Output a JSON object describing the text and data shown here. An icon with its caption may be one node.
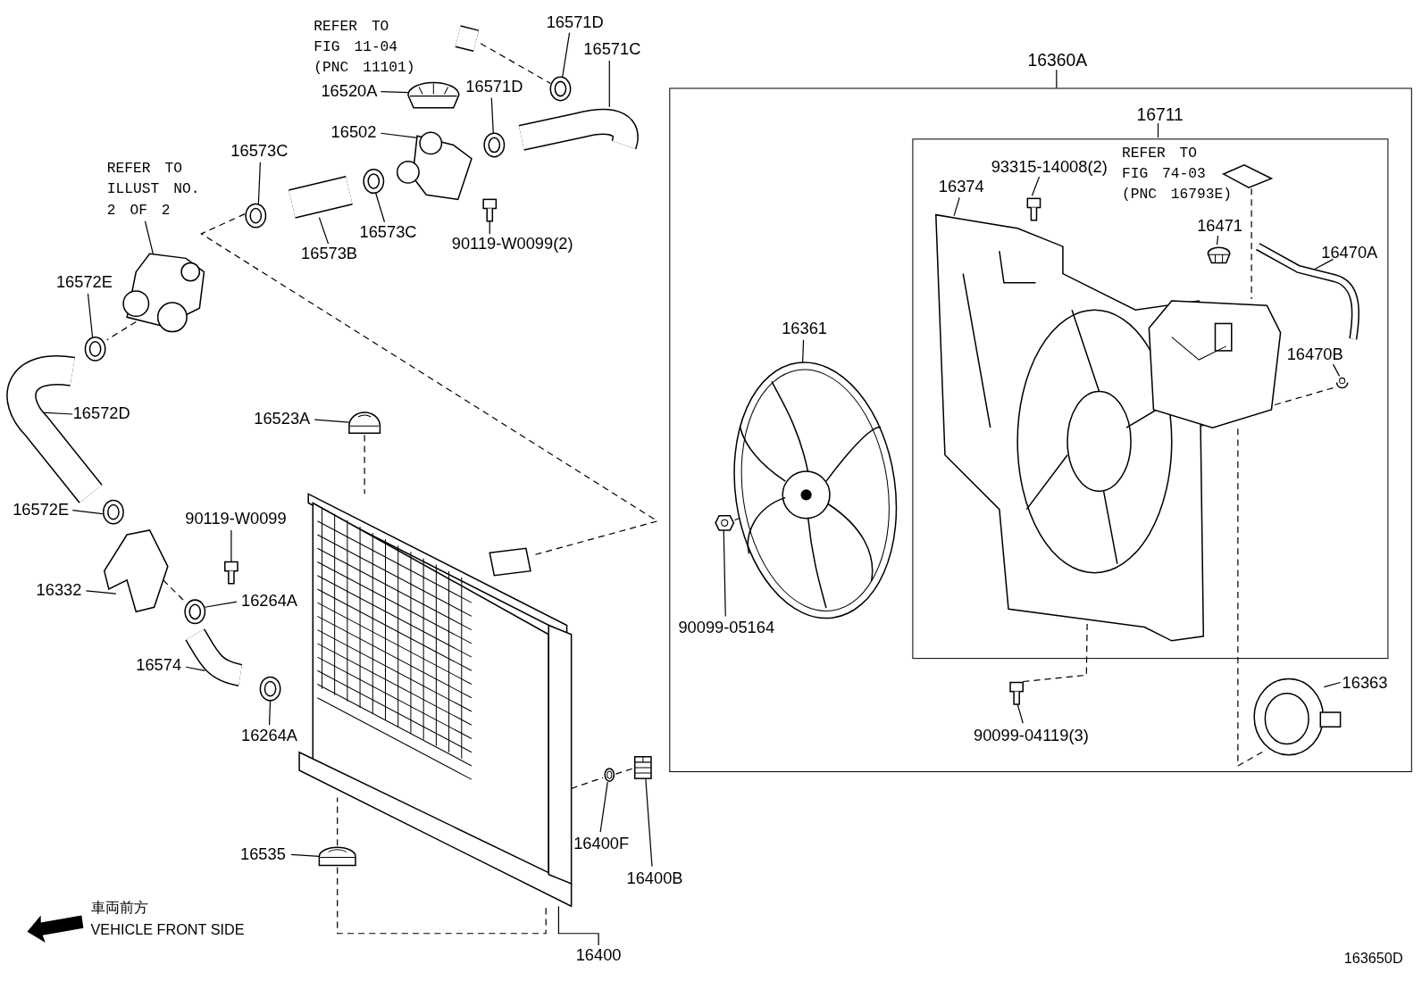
{
  "diagram": {
    "nodes": [
      {
        "text": [
          "16360A"
        ]
      },
      {
        "text": [
          "16711"
        ],
        "in": 0
      },
      {
        "text": [
          "16571D"
        ]
      },
      {
        "text": [
          "16571C"
        ]
      },
      {
        "text": [
          "16520A"
        ]
      },
      {
        "text": [
          "16571D"
        ]
      },
      {
        "text": [
          "16502"
        ]
      },
      {
        "text": [
          "16573C"
        ]
      },
      {
        "text": [
          "16573B"
        ]
      },
      {
        "text": [
          "16573C"
        ]
      },
      {
        "text": [
          "90119-W0099(2)"
        ]
      },
      {
        "text": [
          "16572E"
        ]
      },
      {
        "text": [
          "16572D"
        ]
      },
      {
        "text": [
          "16572E"
        ]
      },
      {
        "text": [
          "90119-W0099"
        ]
      },
      {
        "text": [
          "16332"
        ]
      },
      {
        "text": [
          "16264A"
        ]
      },
      {
        "text": [
          "16574"
        ]
      },
      {
        "text": [
          "16264A"
        ]
      },
      {
        "text": [
          "16523A"
        ]
      },
      {
        "text": [
          "16535"
        ]
      },
      {
        "text": [
          "16400F"
        ]
      },
      {
        "text": [
          "16400B"
        ]
      },
      {
        "text": [
          "16400"
        ]
      },
      {
        "text": [
          "16361"
        ],
        "in": 0
      },
      {
        "text": [
          "90099-05164"
        ],
        "in": 0
      },
      {
        "text": [
          "93315-14008(2)"
        ],
        "in": 1
      },
      {
        "text": [
          "16374"
        ],
        "in": 1
      },
      {
        "text": [
          "16471"
        ],
        "in": 1
      },
      {
        "text": [
          "16470A"
        ],
        "in": 1
      },
      {
        "text": [
          "16470B"
        ],
        "in": 1
      },
      {
        "text": [
          "90099-04119(3)"
        ],
        "in": 0
      },
      {
        "text": [
          "16363"
        ],
        "in": 0
      },
      {
        "text": [
          "REFER TO ILLUST NO. 2 OF 2"
        ]
      },
      {
        "text": [],
        "shape": "picture"
      },
      {
        "text": [],
        "shape": "picture"
      },
      {
        "text": [],
        "shape": "picture"
      },
      {
        "text": [],
        "shape": "picture"
      },
      {
        "text": [],
        "shape": "picture"
      },
      {
        "text": [],
        "shape": "picture"
      },
      {
        "text": [],
        "shape": "picture"
      },
      {
        "text": [],
        "shape": "picture"
      },
      {
        "text": [],
        "shape": "picture"
      },
      {
        "text": [],
        "shape": "picture"
      },
      {
        "text": [],
        "shape": "picture"
      },
      {
        "text": [],
        "shape": "picture"
      },
      {
        "text": [],
        "shape": "picture"
      },
      {
        "text": [],
        "shape": "picture"
      },
      {
        "text": [],
        "shape": "picture"
      },
      {
        "text": [],
        "shape": "picture"
      },
      {
        "text": [],
        "shape": "picture"
      },
      {
        "text": [],
        "shape": "picture"
      },
      {
        "text": [],
        "shape": "picture"
      },
      {
        "text": [],
        "shape": "picture"
      },
      {
        "text": [],
        "shape": "picture"
      },
      {
        "text": [],
        "shape": "picture"
      },
      {
        "text": [],
        "shape": "picture"
      },
      {
        "text": [],
        "shape": "picture"
      },
      {
        "text": [],
        "shape": "picture",
        "in": 0
      },
      {
        "text": [],
        "shape": "picture",
        "in": 0
      },
      {
        "text": [],
        "shape": "picture",
        "in": 1
      },
      {
        "text": [],
        "shape": "picture",
        "in": 1
      },
      {
        "text": [],
        "shape": "picture",
        "in": 1
      },
      {
        "text": [],
        "shape": "picture",
        "in": 1
      },
      {
        "text": [],
        "shape": "picture",
        "in": 1
      },
      {
        "text": [],
        "shape": "picture",
        "in": 1
      },
      {
        "text": [],
        "shape": "picture",
        "in": 1
      },
      {
        "text": [],
        "shape": "picture",
        "in": 0
      },
      {
        "text": [],
        "shape": "picture",
        "in": 0
      }
    ],
    "edges": [
      {
        "from": 2,
        "to": 35,
        "arrow": "none"
      },
      {
        "from": 3,
        "to": 36,
        "arrow": "none"
      },
      {
        "from": 4,
        "to": 37,
        "arrow": "none"
      },
      {
        "from": 5,
        "to": 38,
        "arrow": "none"
      },
      {
        "from": 6,
        "to": 39,
        "arrow": "none"
      },
      {
        "from": 7,
        "to": 41,
        "arrow": "none"
      },
      {
        "from": 8,
        "to": 42,
        "arrow": "none"
      },
      {
        "from": 9,
        "to": 43,
        "arrow": "none"
      },
      {
        "from": 10,
        "to": 40,
        "arrow": "none"
      },
      {
        "from": 11,
        "to": 45,
        "arrow": "none"
      },
      {
        "from": 12,
        "to": 46,
        "arrow": "none"
      },
      {
        "from": 13,
        "to": 47,
        "arrow": "none"
      },
      {
        "from": 14,
        "to": 49,
        "arrow": "none"
      },
      {
        "from": 15,
        "to": 48,
        "arrow": "none"
      },
      {
        "from": 16,
        "to": 50,
        "arrow": "none"
      },
      {
        "from": 17,
        "to": 51,
        "arrow": "none"
      },
      {
        "from": 18,
        "to": 52,
        "arrow": "none"
      },
      {
        "from": 19,
        "to": 53,
        "arrow": "none"
      },
      {
        "from": 20,
        "to": 55,
        "arrow": "none"
      },
      {
        "from": 21,
        "to": 56,
        "arrow": "none"
      },
      {
        "from": 22,
        "to": 57,
        "arrow": "none"
      },
      {
        "from": 23,
        "to": 54,
        "arrow": "none"
      },
      {
        "from": 24,
        "to": 58,
        "arrow": "none"
      },
      {
        "from": 25,
        "to": 59,
        "arrow": "none"
      },
      {
        "from": 26,
        "to": 60,
        "arrow": "none"
      },
      {
        "from": 27,
        "to": 61,
        "arrow": "none"
      },
      {
        "from": 28,
        "to": 62,
        "arrow": "none"
      },
      {
        "from": 29,
        "to": 63,
        "arrow": "none"
      },
      {
        "from": 30,
        "to": 64,
        "arrow": "none"
      },
      {
        "from": 31,
        "to": 67,
        "arrow": "none"
      },
      {
        "from": 32,
        "to": 68,
        "arrow": "none"
      },
      {
        "from": 33,
        "to": 44,
        "arrow": "none"
      },
      {
        "from": 34,
        "to": 35,
        "arrow": "none",
        "style": "dashed"
      },
      {
        "from": 41,
        "to": 54,
        "arrow": "none",
        "style": "dashed"
      },
      {
        "from": 44,
        "to": 45,
        "arrow": "none",
        "style": "dashed"
      },
      {
        "from": 53,
        "to": 54,
        "arrow": "none",
        "style": "dashed"
      },
      {
        "from": 55,
        "to": 54,
        "arrow": "none",
        "style": "dashed"
      },
      {
        "from": 55,
        "to": 54,
        "arrow": "none",
        "style": "dashed"
      },
      {
        "from": 54,
        "to": 56,
        "arrow": "none",
        "style": "dashed"
      },
      {
        "from": 56,
        "to": 57,
        "arrow": "none",
        "style": "dashed"
      },
      {
        "from": 59,
        "to": 58,
        "arrow": "none",
        "style": "dashed"
      },
      {
        "from": 67,
        "to": 61,
        "arrow": "none",
        "style": "dashed"
      },
      {
        "from": 66,
        "to": 65,
        "arrow": "none",
        "style": "dashed"
      },
      {
        "from": 64,
        "to": 65,
        "arrow": "none",
        "style": "dashed"
      },
      {
        "from": 65,
        "to": 68,
        "arrow": "none",
        "style": "dashed"
      },
      {
        "from": 48,
        "to": 50,
        "arrow": "none",
        "style": "dashed"
      }
    ],
    "labels": [
      "REFER TO FIG 11-04 (PNC 11101)",
      "REFER TO FIG 74-03 (PNC 16793E)",
      "車両前方",
      "VEHICLE FRONT SIDE",
      "163650D"
    ]
  }
}
